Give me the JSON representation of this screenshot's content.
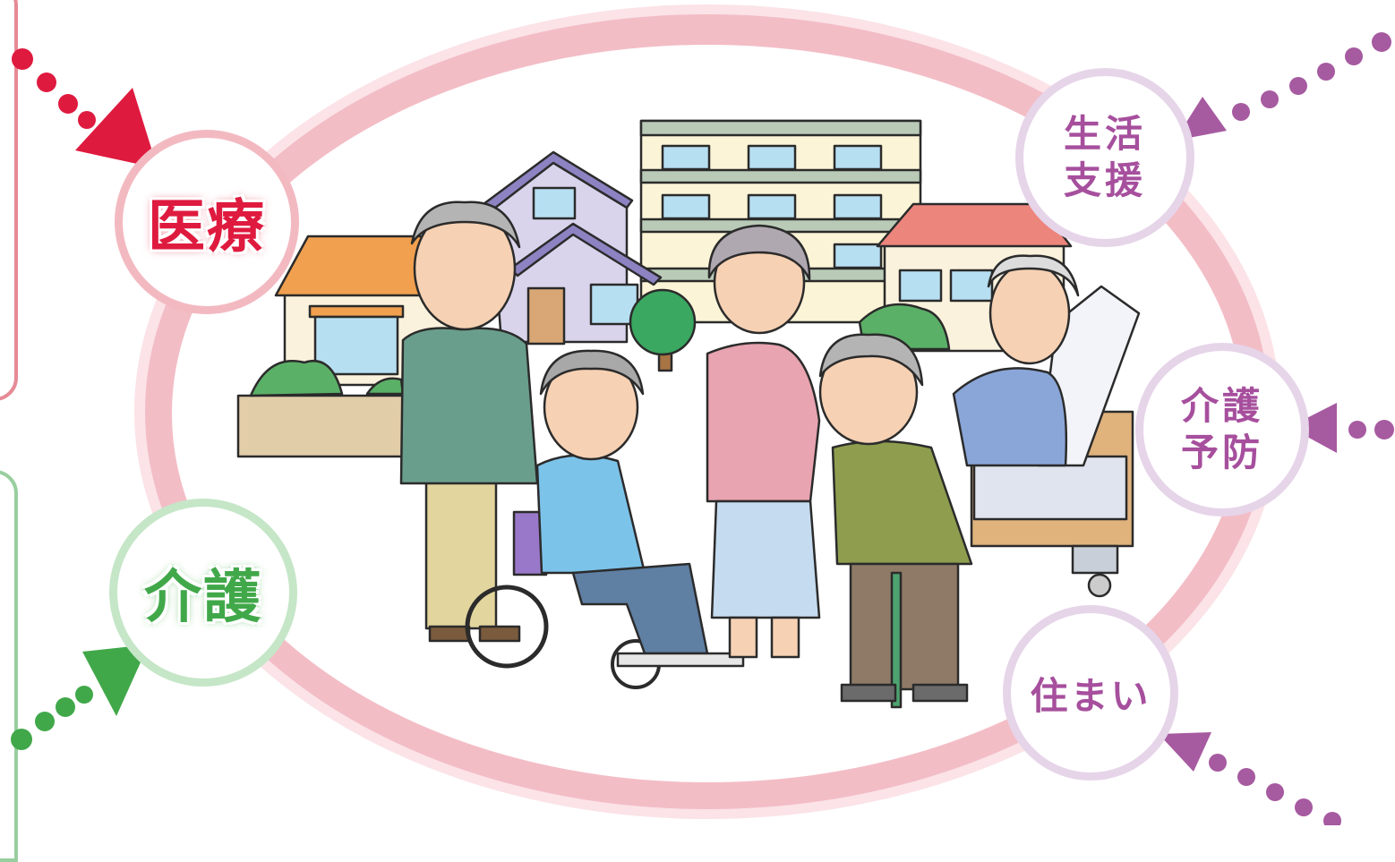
{
  "colors": {
    "medical": "#df1a3f",
    "care": "#41a84a",
    "support": "#a64f9d",
    "ring": "#f5c7cf"
  },
  "nodes": {
    "medical": {
      "label": "医療",
      "icon": "red-dotted-arrow"
    },
    "care": {
      "label": "介護",
      "icon": "green-dotted-arrow"
    },
    "life_support": {
      "line1": "生活",
      "line2": "支援",
      "icon": "purple-dotted-arrow"
    },
    "care_prevention": {
      "line1": "介護",
      "line2": "予防",
      "icon": "purple-dotted-arrow"
    },
    "housing": {
      "label": "住まい",
      "icon": "purple-dotted-arrow"
    }
  },
  "illustration": {
    "icon": "elderly-community-illustration"
  }
}
